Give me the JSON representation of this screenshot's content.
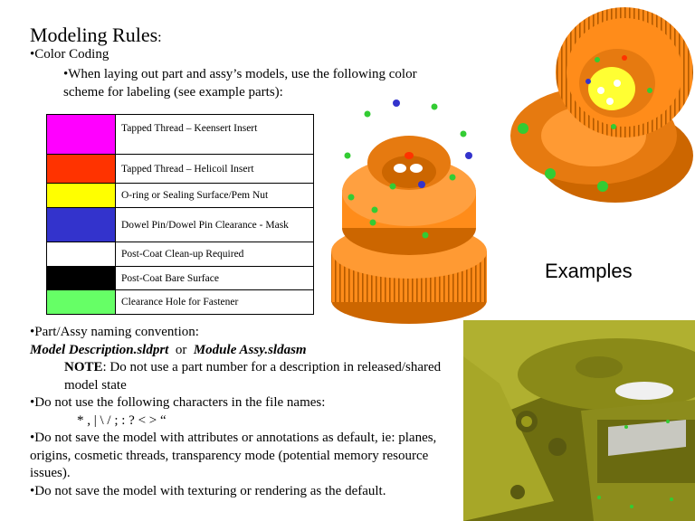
{
  "heading": {
    "title": "Modeling Rules",
    "colon": ":"
  },
  "color_coding": {
    "bullet": "•Color Coding",
    "instruction": "•When laying out part and assy’s models, use the following color scheme for labeling (see example parts):"
  },
  "legend": [
    {
      "color": "#ff00ff",
      "label": "Tapped Thread – Keensert Insert"
    },
    {
      "color": "#ff3300",
      "label": "Tapped Thread – Helicoil Insert"
    },
    {
      "color": "#ffff00",
      "label": "O-ring or Sealing Surface/Pem Nut"
    },
    {
      "color": "#3333cc",
      "label": "Dowel Pin/Dowel Pin Clearance - Mask"
    },
    {
      "color": "#ffffff",
      "label": "Post-Coat Clean-up Required"
    },
    {
      "color": "#000000",
      "label": "Post-Coat Bare Surface"
    },
    {
      "color": "#66ff66",
      "label": "Clearance Hole for Fastener"
    }
  ],
  "examples_label": "Examples",
  "naming": {
    "bullet": "•Part/Assy naming convention:",
    "model_desc": "Model Description.sldprt",
    "or": "  or  ",
    "module_assy": "Module Assy.sldasm",
    "note_label": "NOTE",
    "note_text": ": Do not use a part number for a description in released/shared model state",
    "chars_bullet": "•Do not use the following characters in the file names:",
    "chars": "* , | \\ / ; : ? < > “",
    "attributes": "•Do not save the model with attributes or annotations as default, ie: planes, origins, cosmetic threads, transparency mode (potential memory resource issues).",
    "texturing": "•Do not save the model with texturing or rendering as the default."
  },
  "colors": {
    "part_orange": "#ff8c1a",
    "cad_olive": "#9a9a1a"
  }
}
